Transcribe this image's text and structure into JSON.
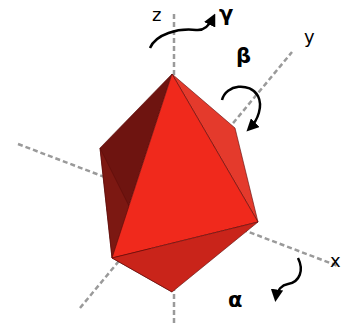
{
  "diagram": {
    "labels": [
      "z",
      "γ",
      "y",
      "β",
      "x",
      "α"
    ]
  }
}
